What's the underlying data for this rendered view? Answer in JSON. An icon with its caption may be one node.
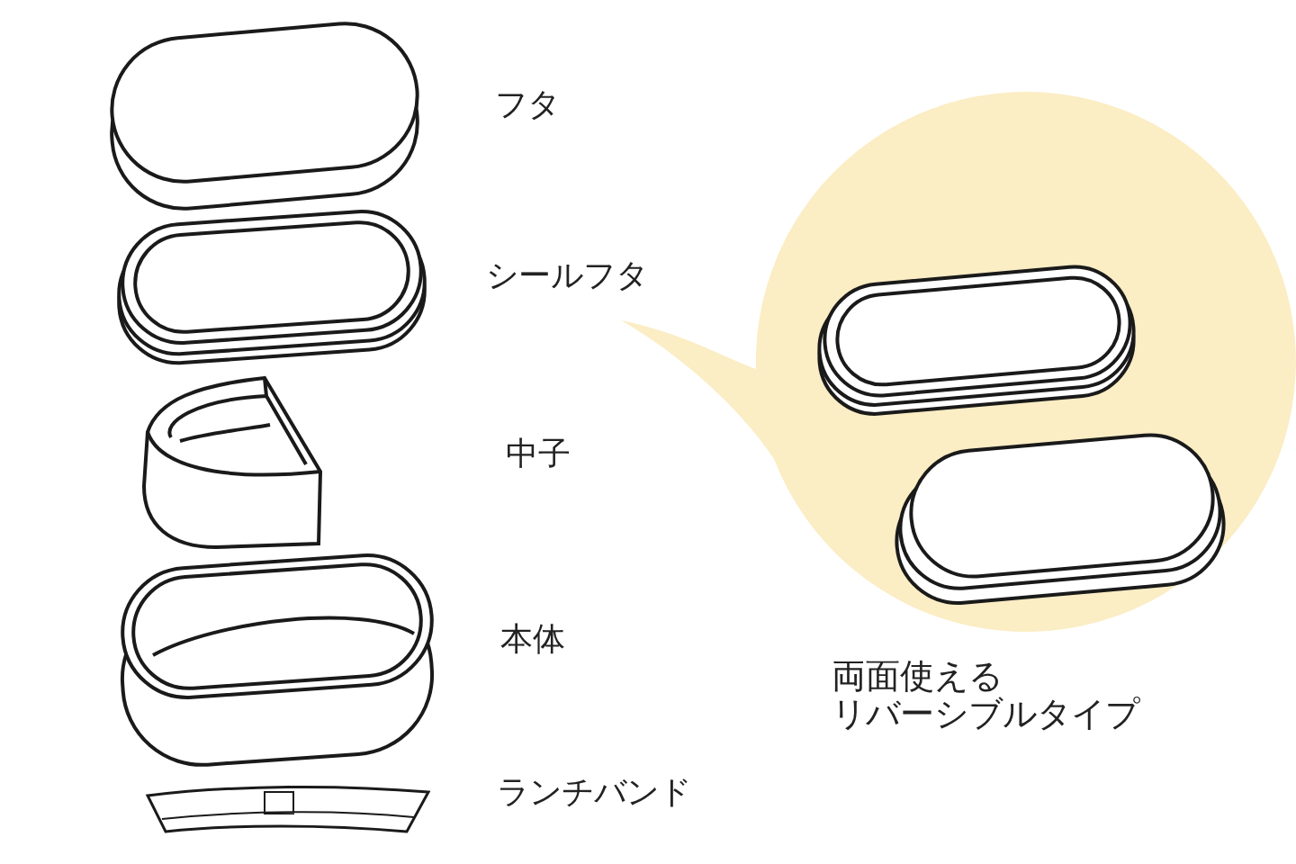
{
  "diagram": {
    "labels": [
      "フタ",
      "シールフタ",
      "中子",
      "本体",
      "両面使えるリバーシブルタイプ",
      "ランチバンド"
    ]
  }
}
